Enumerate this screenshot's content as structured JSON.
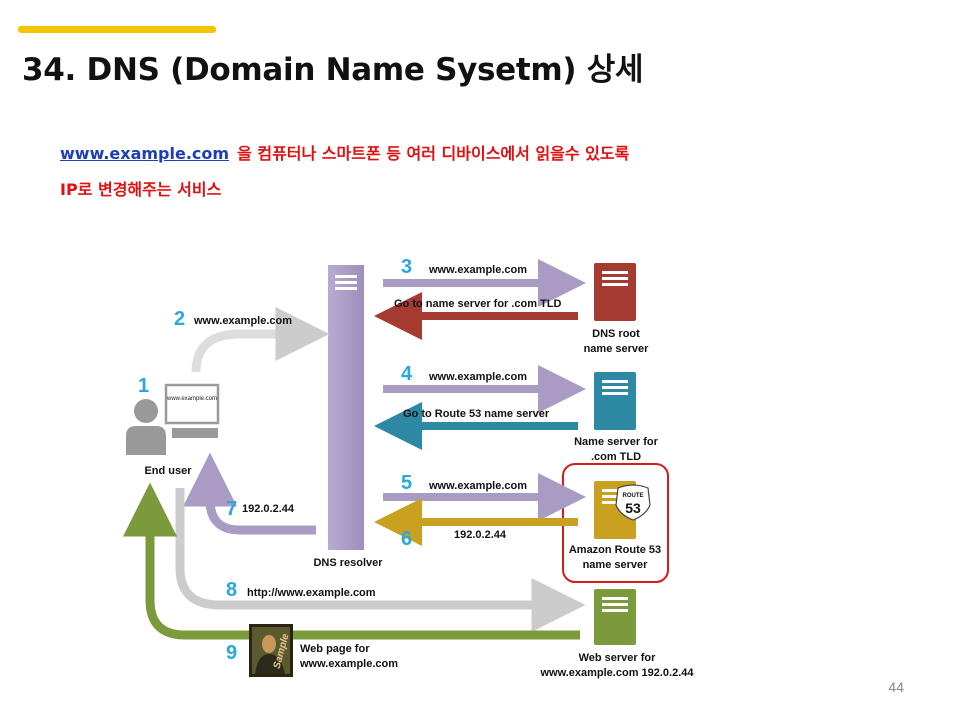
{
  "slide": {
    "title": "34. DNS (Domain Name Sysetm) 상세",
    "description_link": "www.example.com",
    "description_line1": "을 컴퓨터나 스마트폰 등 여러 디바이스에서 읽을수 있도록",
    "description_line2": "IP로 변경해주는 서비스",
    "page_number": "44"
  },
  "diagram": {
    "steps": {
      "s1": "1",
      "s2": "2",
      "s3": "3",
      "s4": "4",
      "s5": "5",
      "s6": "6",
      "s7": "7",
      "s8": "8",
      "s9": "9"
    },
    "labels": {
      "step2": "www.example.com",
      "step3": "www.example.com",
      "step3_reply": "Go to name server for .com TLD",
      "step4": "www.example.com",
      "step4_reply": "Go to Route 53 name server",
      "step5": "www.example.com",
      "step6": "192.0.2.44",
      "step7": "192.0.2.44",
      "step8": "http://www.example.com",
      "step9_line1": "Web page for",
      "step9_line2": "www.example.com"
    },
    "nodes": {
      "end_user": "End user",
      "monitor_text": "www.example.com",
      "dns_resolver": "DNS resolver",
      "root_line1": "DNS root",
      "root_line2": "name server",
      "tld_line1": "Name server for",
      "tld_line2": ".com TLD",
      "route53_line1": "Amazon Route 53",
      "route53_line2": "name server",
      "route53_badge_top": "ROUTE",
      "route53_badge_num": "53",
      "web_line1": "Web server for",
      "web_line2": "www.example.com 192.0.2.44",
      "painting_text": "Sample"
    },
    "colors": {
      "resolver": "#a99bc4",
      "root": "#a63b32",
      "tld": "#2d88a3",
      "route53": "#c9a020",
      "web": "#7a9a3c",
      "step_number": "#29a8e0",
      "highlight": "#d31c1c"
    }
  }
}
